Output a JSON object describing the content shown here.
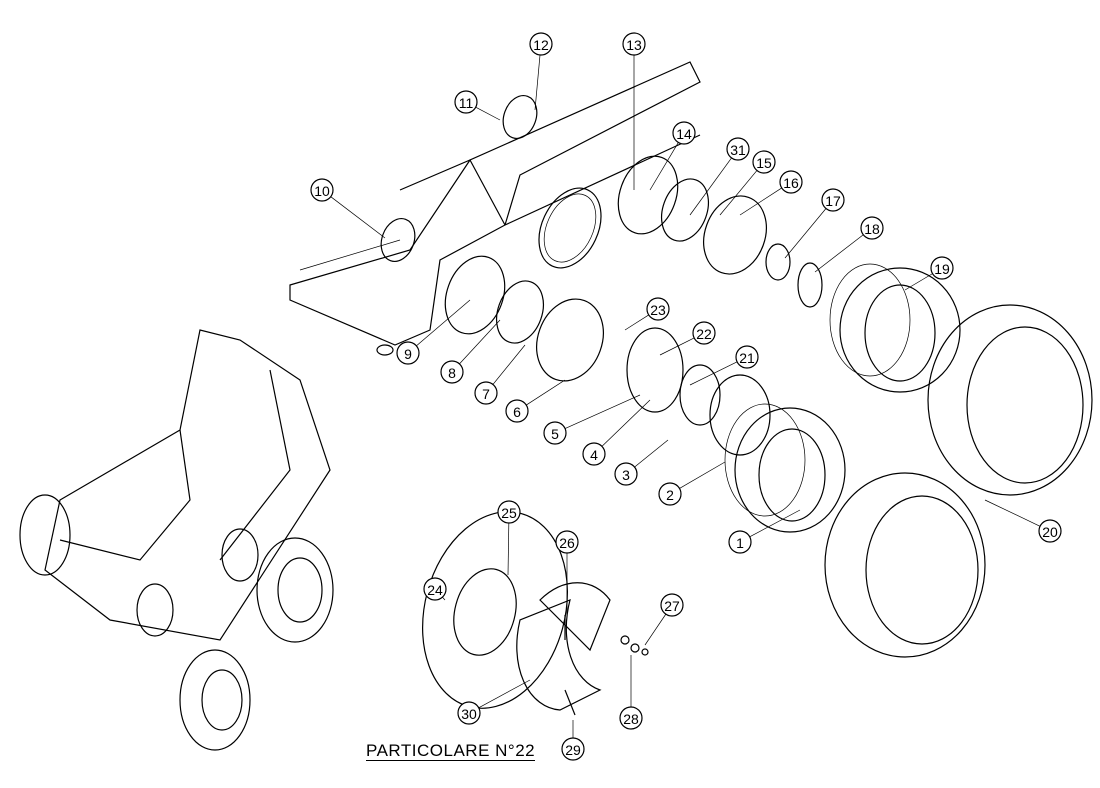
{
  "diagram": {
    "callouts": [
      "1",
      "2",
      "3",
      "4",
      "5",
      "6",
      "7",
      "8",
      "9",
      "10",
      "11",
      "12",
      "13",
      "14",
      "15",
      "16",
      "17",
      "18",
      "19",
      "20",
      "21",
      "22",
      "23",
      "24",
      "25",
      "26",
      "27",
      "28",
      "29",
      "30",
      "31"
    ],
    "detail_caption": "PARTICOLARE N°22"
  }
}
